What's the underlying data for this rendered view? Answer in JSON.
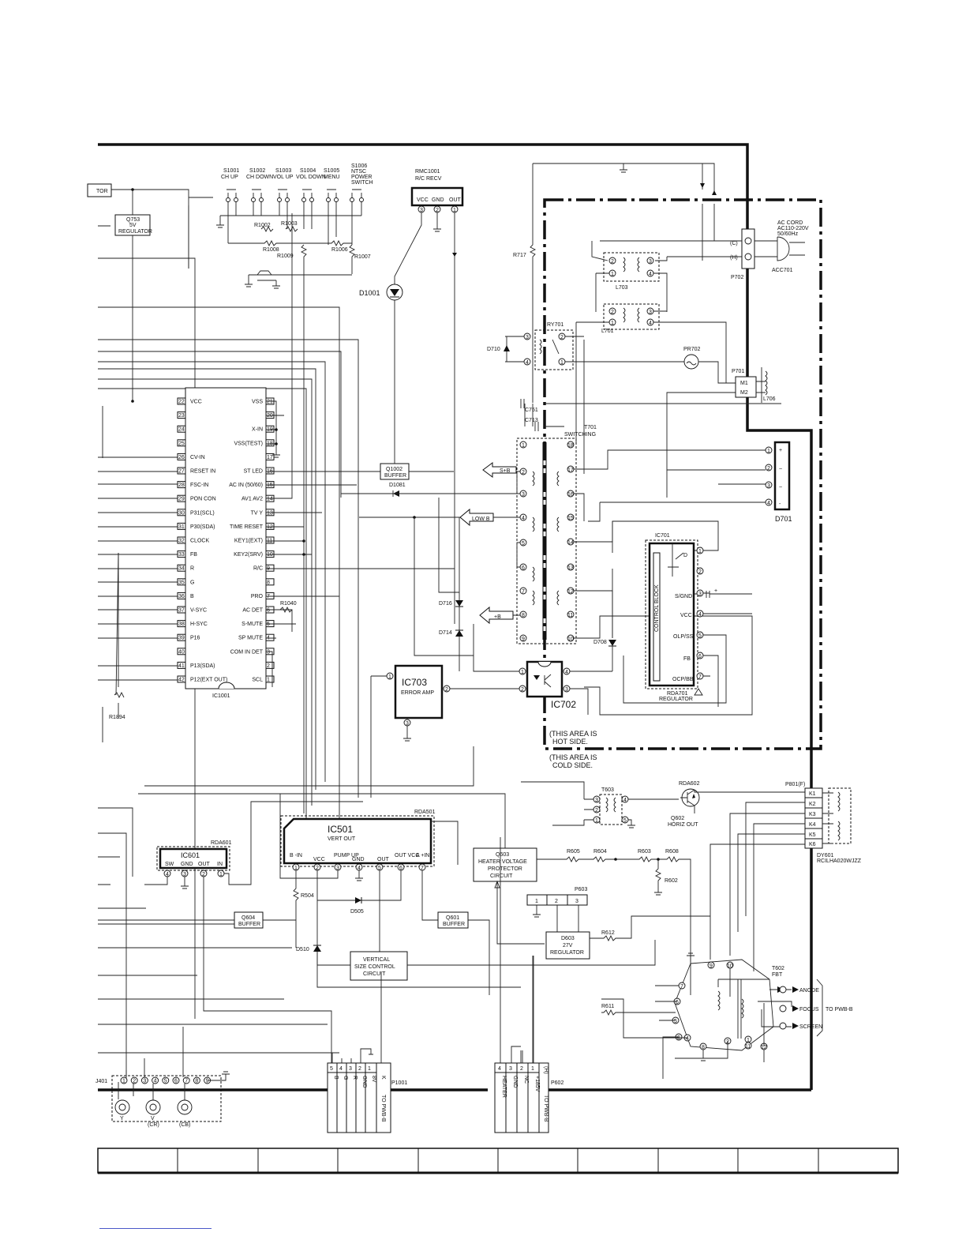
{
  "switches": {
    "s1001": "S1001",
    "s1001_sub": "CH UP",
    "s1002": "S1002",
    "s1002_sub": "CH DOWN",
    "s1003": "S1003",
    "s1003_sub": "VOL UP",
    "s1004": "S1004",
    "s1004_sub": "VOL DOWN",
    "s1005": "S1005",
    "s1005_sub": "MENU",
    "s1006": "S1006",
    "s1006_l2": "NTSC",
    "s1006_l3": "POWER",
    "s1006_l4": "SWITCH"
  },
  "rmc": {
    "ref": "RMC1001",
    "title": "R/C RECV",
    "pins": [
      "VCC",
      "GND",
      "OUT"
    ]
  },
  "resistors": {
    "r1002": "R1002",
    "r1003": "R1003",
    "r1008": "R1008",
    "r1006": "R1006",
    "r1009": "R1009",
    "r1007": "R1007",
    "r717": "R717",
    "r1040": "R1040",
    "r1894": "R1894",
    "r504": "R504",
    "r605": "R605",
    "r604": "R604",
    "r603": "R603",
    "r608": "R608",
    "r602": "R602",
    "r612": "R612",
    "r611": "R611"
  },
  "q753": {
    "ref": "Q753",
    "l2": "5V",
    "l3": "REGULATOR",
    "cut": "TOR"
  },
  "d1001": "D1001",
  "ac": {
    "cord": "AC CORD",
    "volt": "AC110-220V",
    "freq": "50/60Hz",
    "plug": "ACC701",
    "p702": "P702",
    "c": "(C)",
    "h": "(H)"
  },
  "transformers": {
    "l703": "L703",
    "l701": "L701",
    "l706": "L706",
    "t701": "T701",
    "t701_sub": "SWITCHING",
    "t603": "T603"
  },
  "relay": {
    "ref": "RY701",
    "d710": "D710",
    "pr702": "PR702",
    "p701": "P701",
    "m1": "M1",
    "m2": "M2"
  },
  "caps": {
    "c751": "C751",
    "c713": "C713"
  },
  "d701": {
    "ref": "D701",
    "pins": [
      "+",
      "~",
      "~",
      "-"
    ]
  },
  "ic1001": {
    "ref": "IC1001",
    "left": [
      {
        "n": "22",
        "t": "VCC"
      },
      {
        "n": "23",
        "t": ""
      },
      {
        "n": "24",
        "t": ""
      },
      {
        "n": "25",
        "t": ""
      },
      {
        "n": "26",
        "t": "CV-IN"
      },
      {
        "n": "27",
        "t": "RESET IN"
      },
      {
        "n": "28",
        "t": "FSC-IN"
      },
      {
        "n": "29",
        "t": "PON CON"
      },
      {
        "n": "30",
        "t": "P31(SCL)"
      },
      {
        "n": "31",
        "t": "P30(SDA)"
      },
      {
        "n": "32",
        "t": "CLOCK"
      },
      {
        "n": "33",
        "t": "FB"
      },
      {
        "n": "34",
        "t": "R"
      },
      {
        "n": "35",
        "t": "G"
      },
      {
        "n": "36",
        "t": "B"
      },
      {
        "n": "37",
        "t": "V-SYC"
      },
      {
        "n": "38",
        "t": "H-SYC"
      },
      {
        "n": "39",
        "t": "P16"
      },
      {
        "n": "40",
        "t": ""
      },
      {
        "n": "41",
        "t": "P13(SDA)"
      },
      {
        "n": "42",
        "t": "P12(EXT OUT)"
      }
    ],
    "right": [
      {
        "n": "21",
        "t": "VSS"
      },
      {
        "n": "20",
        "t": ""
      },
      {
        "n": "19",
        "t": "X-IN"
      },
      {
        "n": "18",
        "t": "VSS(TEST)"
      },
      {
        "n": "17",
        "t": ""
      },
      {
        "n": "16",
        "t": "ST LED"
      },
      {
        "n": "15",
        "t": "AC IN (50/60)"
      },
      {
        "n": "14",
        "t": "AV1 AV2"
      },
      {
        "n": "13",
        "t": "TV Y"
      },
      {
        "n": "12",
        "t": "TIME RESET"
      },
      {
        "n": "11",
        "t": "KEY1(EXT)"
      },
      {
        "n": "10",
        "t": "KEY2(SRV)"
      },
      {
        "n": "9",
        "t": "R/C"
      },
      {
        "n": "8",
        "t": ""
      },
      {
        "n": "7",
        "t": "PRO"
      },
      {
        "n": "6",
        "t": "AC DET"
      },
      {
        "n": "5",
        "t": "S-MUTE"
      },
      {
        "n": "4",
        "t": "SP MUTE"
      },
      {
        "n": "3",
        "t": "COM IN DET"
      },
      {
        "n": "2",
        "t": ""
      },
      {
        "n": "1",
        "t": "SCL"
      }
    ]
  },
  "q1002": {
    "ref": "Q1002",
    "l2": "BUFFER",
    "d1081": "D1081"
  },
  "arrows": {
    "sb": "S+B",
    "lowb": "LOW B",
    "pb": "+B"
  },
  "diodes": {
    "d716": "D716",
    "d714": "D714",
    "d708": "D708",
    "d505": "D505",
    "d510": "D510"
  },
  "ic703": {
    "ref": "IC703",
    "title": "ERROR AMP"
  },
  "ic702": {
    "ref": "IC702"
  },
  "ic701": {
    "ref": "IC701",
    "block": "CONTROL BLOCK",
    "pins": [
      "D",
      "",
      "S/GND",
      "VCC",
      "OLP/SS",
      "FB",
      "OCP/BB"
    ],
    "module": "RDA701",
    "module_sub": "REGULATOR"
  },
  "hot_note": {
    "l1": "(THIS AREA IS",
    "l2": "HOT SIDE."
  },
  "cold_note": {
    "l1": "(THIS AREA IS",
    "l2": "COLD SIDE."
  },
  "q602": {
    "ref": "Q602",
    "sub": "HORIZ OUT",
    "rda": "RDA602"
  },
  "p801": {
    "ref": "P801(F)",
    "pins": [
      "K1",
      "K2",
      "K3",
      "K4",
      "K5",
      "K6"
    ],
    "dy": "DY601",
    "dy_sub": "RCILHA020WJZZ"
  },
  "ic601": {
    "ref": "IC601",
    "module": "RDA601",
    "pins": [
      "SW",
      "GND",
      "OUT",
      "IN"
    ],
    "nums": [
      "4",
      "3",
      "2",
      "1"
    ]
  },
  "ic501": {
    "ref": "IC501",
    "title": "VERT OUT",
    "module": "RDA501",
    "pins": [
      "B -IN",
      "VCC",
      "PUMP UP",
      "GND",
      "OUT",
      "OUT VCC",
      "A +IN"
    ],
    "nums": [
      "1",
      "2",
      "3",
      "4",
      "5",
      "6",
      "7"
    ]
  },
  "q603": {
    "ref": "Q603",
    "l2": "HEATER VOLTAGE",
    "l3": "PROTECTOR",
    "l4": "CIRCUIT"
  },
  "p603": {
    "ref": "P603",
    "pins": [
      "1",
      "2",
      "3"
    ]
  },
  "d603": {
    "ref": "D603",
    "l2": "27V",
    "l3": "REGULATOR"
  },
  "q604": {
    "ref": "Q604",
    "sub": "BUFFER"
  },
  "q601": {
    "ref": "Q601",
    "sub": "BUFFER"
  },
  "vsc": {
    "l1": "VERTICAL",
    "l2": "SIZE CONTROL",
    "l3": "CIRCUIT"
  },
  "fbt": {
    "ref": "T602",
    "sub": "FBT",
    "anode": "ANODE",
    "focus": "FOCUS",
    "screen": "SCREEN",
    "to": "TO PWB-B",
    "pins": [
      "9",
      "10",
      "7",
      "6",
      "5",
      "3",
      "4",
      "8",
      "2",
      "11",
      "1",
      "12"
    ]
  },
  "j401": {
    "ref": "J401",
    "pins": [
      "1",
      "2",
      "3",
      "4",
      "5",
      "6",
      "7",
      "8",
      "9"
    ],
    "jacks": [
      "Y",
      "V",
      "(CR)",
      "(CB)"
    ]
  },
  "p1001": {
    "ref": "P1001",
    "to": "TO PWB-B",
    "pins": [
      {
        "n": "5",
        "t": "B"
      },
      {
        "n": "4",
        "t": "G"
      },
      {
        "n": "3",
        "t": "R"
      },
      {
        "n": "2",
        "t": "GND"
      },
      {
        "n": "1",
        "t": "8V"
      },
      {
        "n": "",
        "t": "K"
      }
    ]
  },
  "p602": {
    "ref": "P602",
    "to": "TO PWB-B",
    "pins": [
      {
        "n": "4",
        "t": "HEATER"
      },
      {
        "n": "3",
        "t": "GND"
      },
      {
        "n": "2",
        "t": "NC"
      },
      {
        "n": "1",
        "t": "+185V"
      },
      {
        "n": "",
        "t": "(H)"
      }
    ]
  }
}
